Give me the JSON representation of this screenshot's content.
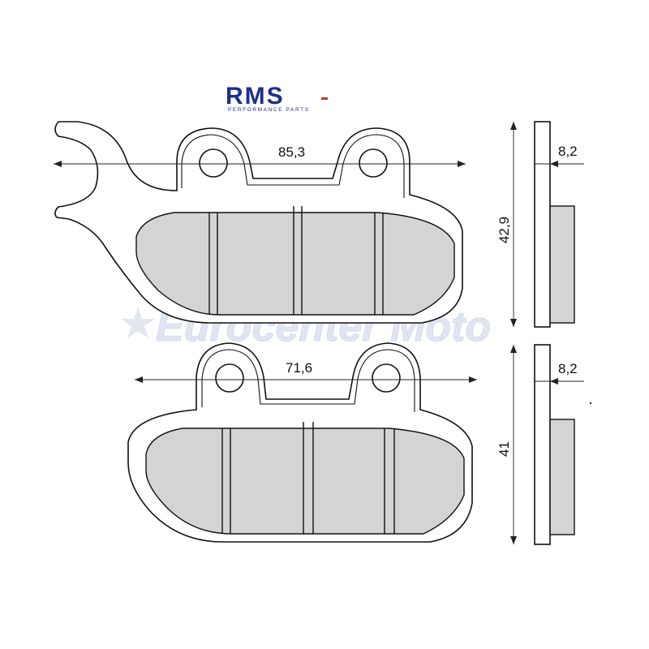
{
  "logo": {
    "brand": "RMS",
    "tagline": "PERFORMANCE PARTS"
  },
  "watermark": {
    "text": "Eurocenter Moto"
  },
  "top_pad": {
    "width_label": "85,3",
    "height_label": "42,9",
    "thickness_label": "8,2"
  },
  "bottom_pad": {
    "width_label": "71,6",
    "height_label": "41",
    "thickness_label": "8,2"
  }
}
